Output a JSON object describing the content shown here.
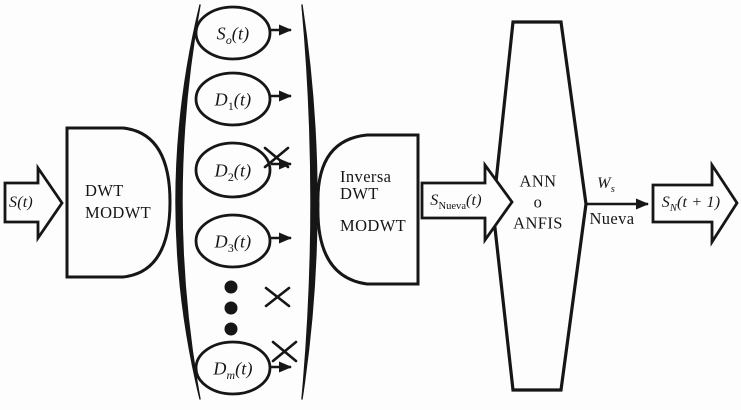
{
  "colors": {
    "background": "#fdfdfd",
    "ink": "#161616"
  },
  "input_arrow": {
    "label": {
      "main": "S",
      "sub": "",
      "tail": "(t)"
    }
  },
  "dwt_block": {
    "lines": [
      "DWT",
      "MODWT"
    ]
  },
  "decomposition": {
    "components": [
      {
        "main": "S",
        "sub": "o",
        "tail": "(t)",
        "crossed": false
      },
      {
        "main": "D",
        "sub": "1",
        "tail": "(t)",
        "crossed": false
      },
      {
        "main": "D",
        "sub": "2",
        "tail": "(t)",
        "crossed": true
      },
      {
        "main": "D",
        "sub": "3",
        "tail": "(t)",
        "crossed": false
      },
      {
        "main": "D",
        "sub": "m",
        "tail": "(t)",
        "crossed": true
      }
    ]
  },
  "inverse_block": {
    "lines": [
      "Inversa",
      "DWT",
      "MODWT"
    ]
  },
  "s_nueva_arrow": {
    "label": {
      "main": "S",
      "sub": "Nueva",
      "tail": "(t)"
    }
  },
  "model_block": {
    "lines": [
      "ANN",
      "o",
      "ANFIS"
    ]
  },
  "ws_arrow": {
    "label_above": {
      "main": "W",
      "sub": "s",
      "tail": ""
    },
    "label_below": "Nueva"
  },
  "output_arrow": {
    "label": {
      "main": "S",
      "sub": "N",
      "tail": "(t + 1)"
    }
  }
}
